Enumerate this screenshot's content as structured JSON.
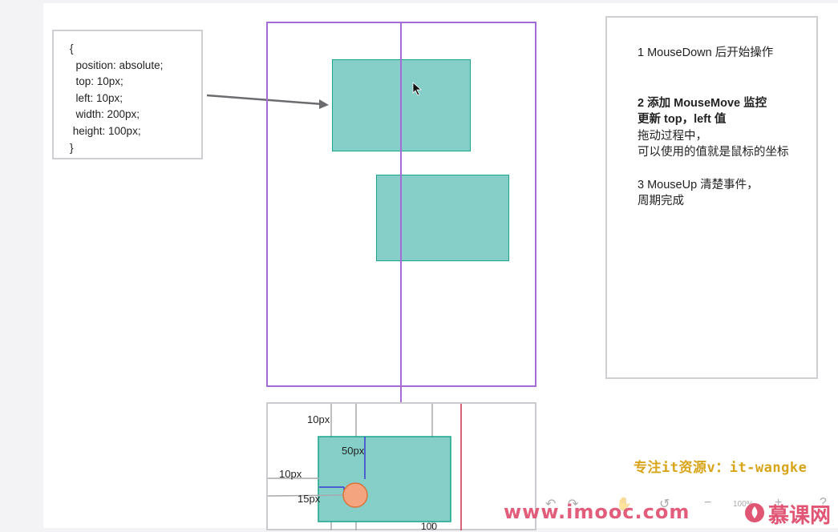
{
  "code_block": {
    "lines": [
      "{",
      "  position: absolute;",
      "  top: 10px;",
      "  left: 10px;",
      "  width: 200px;",
      " height: 100px;",
      "}"
    ]
  },
  "notes": {
    "step1": "1 MouseDown 后开始操作",
    "step2_title": "2 添加 MouseMove 监控",
    "step2_sub": "更新 top，left 值",
    "step2_line3": "拖动过程中，",
    "step2_line4": "可以使用的值就是鼠标的坐标",
    "step3": "3 MouseUp 清楚事件，",
    "step3_line2": "周期完成"
  },
  "diagram": {
    "label_top": "10px",
    "label_50": "50px",
    "label_left": "10px",
    "label_15": "15px",
    "label_partial": "100"
  },
  "watermarks": {
    "top_text": "专注it资源v：it-wangke",
    "url": "www.imooc.com",
    "brand": "慕课网"
  },
  "toolbar": {
    "undo": "↶",
    "redo": "↷",
    "hand": "✋",
    "history": "↺",
    "zoom_out": "−",
    "zoom_level": "100%",
    "zoom_in": "+",
    "help": "?"
  },
  "colors": {
    "frame_purple": "#a56cd6",
    "teal_fill": "#86cfc8",
    "teal_border": "#19a58b",
    "orange_circle": "#f4a57f",
    "red_line": "#c8324a",
    "blue_line": "#3b3bd0",
    "watermark_gold": "#d8a51a",
    "watermark_pink": "#e05574"
  }
}
